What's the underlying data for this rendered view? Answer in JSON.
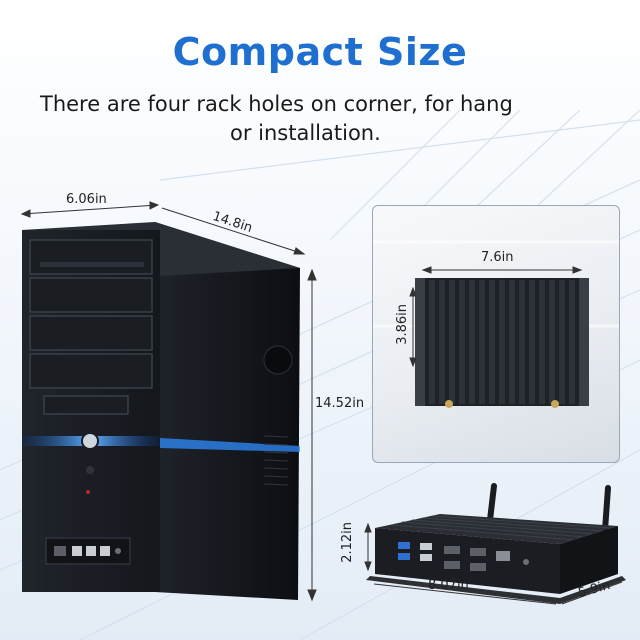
{
  "header": {
    "title": "Compact Size",
    "subtitle_line1": "There are four rack holes on corner,  for hang",
    "subtitle_line2": "or installation."
  },
  "tower_dimensions": {
    "width": "6.06in",
    "depth": "14.8in",
    "height": "14.52in"
  },
  "mini_pc_wall": {
    "width": "7.6in",
    "height": "3.86in"
  },
  "mini_pc_desk": {
    "height": "2.12in",
    "length": "8.07in",
    "depth": "5.9in"
  },
  "colors": {
    "title": "#1e6fd0",
    "tower_body": "#15181e",
    "led_glow": "#2f8cff",
    "minipc_body": "#1d1f24"
  }
}
